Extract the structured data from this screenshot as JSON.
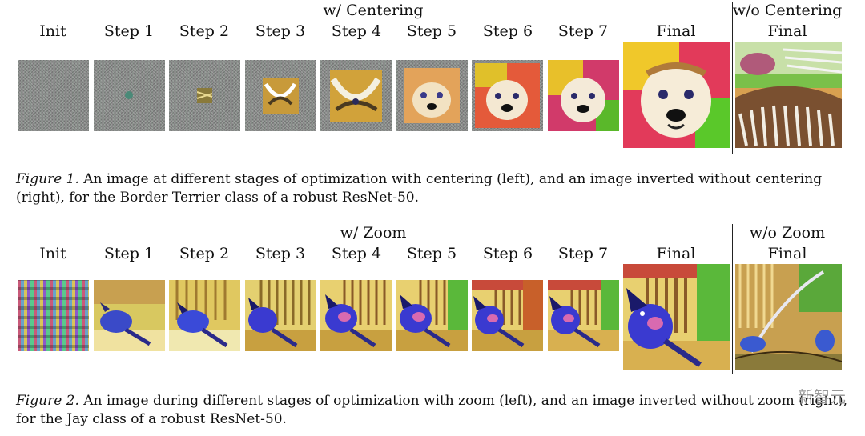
{
  "figure1": {
    "group_left": "w/ Centering",
    "group_right": "w/o Centering",
    "labels": [
      "Init",
      "Step 1",
      "Step 2",
      "Step 3",
      "Step 4",
      "Step 5",
      "Step 6",
      "Step 7",
      "Final",
      "Final"
    ],
    "caption_label": "Figure 1.",
    "caption_text": " An image at different stages of optimization with centering (left), and an image inverted without centering (right), for the Border Terrier class of a robust ResNet-50."
  },
  "figure2": {
    "group_left": "w/ Zoom",
    "group_right": "w/o Zoom",
    "labels": [
      "Init",
      "Step 1",
      "Step 2",
      "Step 3",
      "Step 4",
      "Step 5",
      "Step 6",
      "Step 7",
      "Final",
      "Final"
    ],
    "caption_label": "Figure 2.",
    "caption_text": " An image during different stages of optimization with zoom (left), and an image inverted without zoom (right), for the Jay class of a robust ResNet-50."
  },
  "watermark": "新智元"
}
